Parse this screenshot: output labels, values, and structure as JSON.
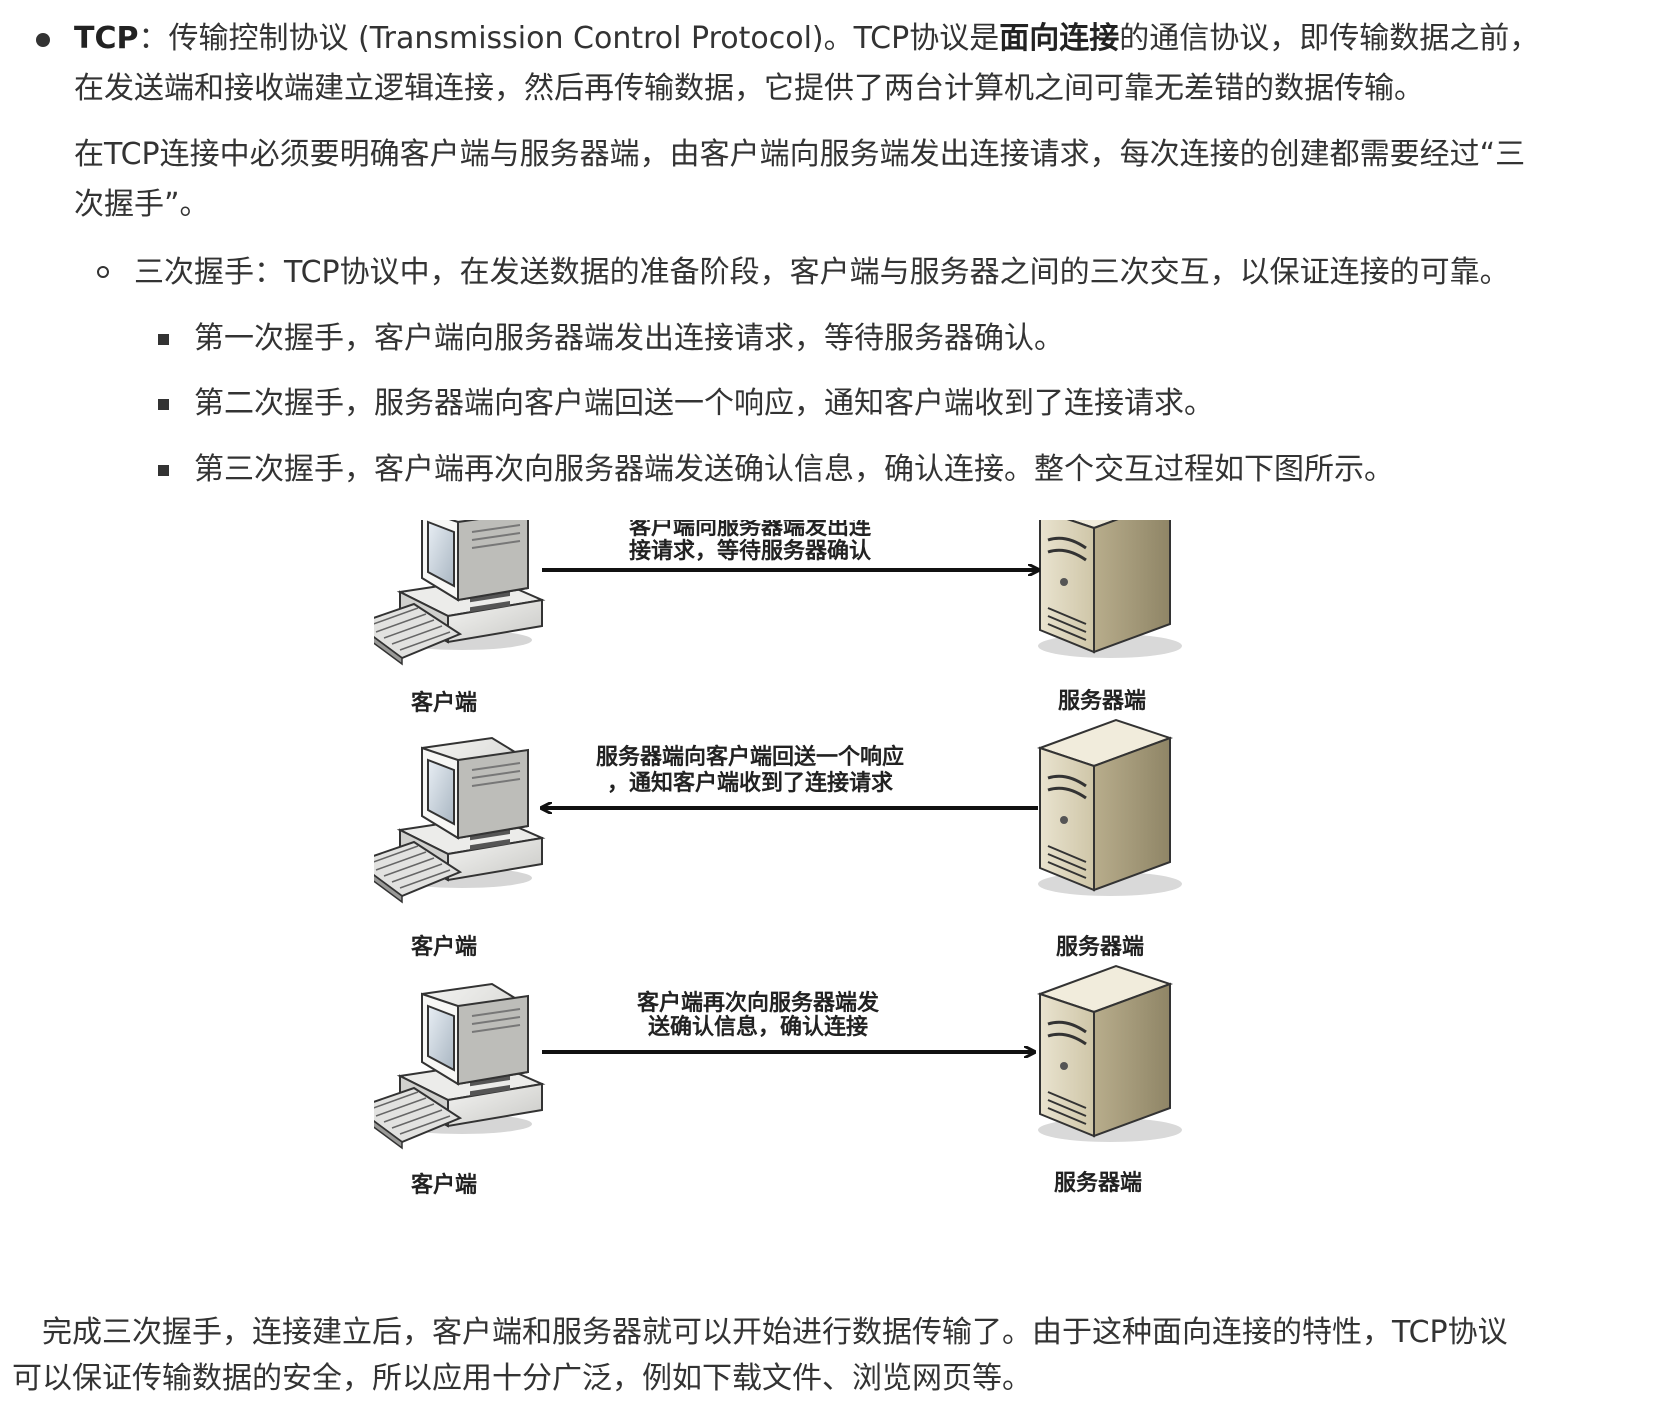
{
  "tcp": {
    "term": "TCP",
    "colon": "：",
    "def_part1": "传输控制协议 (Transmission Control Protocol)。TCP协议是",
    "def_bold": "面向连接",
    "def_part2": "的通信协议，即传输数据之前，",
    "def_line2": "在发送端和接收端建立逻辑连接，然后再传输数据，它提供了两台计算机之间可靠无差错的数据传输。",
    "para_line1": "在TCP连接中必须要明确客户端与服务器端，由客户端向服务端发出连接请求，每次连接的创建都需要经过“三",
    "para_line2": "次握手”。"
  },
  "handshake": {
    "label": "三次握手：TCP协议中，在发送数据的准备阶段，客户端与服务器之间的三次交互，以保证连接的可靠。",
    "steps": [
      "第一次握手，客户端向服务器端发出连接请求，等待服务器确认。",
      "第二次握手，服务器端向客户端回送一个响应，通知客户端收到了连接请求。",
      "第三次握手，客户端再次向服务器端发送确认信息，确认连接。整个交互过程如下图所示。"
    ]
  },
  "diagram": {
    "client_label": "客户端",
    "server_label": "服务器端",
    "rows": [
      {
        "line1": "客户端向服务器端发出连",
        "line2": "接请求，等待服务器确认",
        "direction": "to-server"
      },
      {
        "line1": "服务器端向客户端回送一个响应",
        "line2": "，通知客户端收到了连接请求",
        "direction": "to-client"
      },
      {
        "line1": "客户端再次向服务器端发",
        "line2": "送确认信息，确认连接",
        "direction": "to-server"
      }
    ]
  },
  "conclusion": {
    "line1": "　完成三次握手，连接建立后，客户端和服务器就可以开始进行数据传输了。由于这种面向连接的特性，TCP协议",
    "line2": "可以保证传输数据的安全，所以应用十分广泛，例如下载文件、浏览网页等。"
  }
}
